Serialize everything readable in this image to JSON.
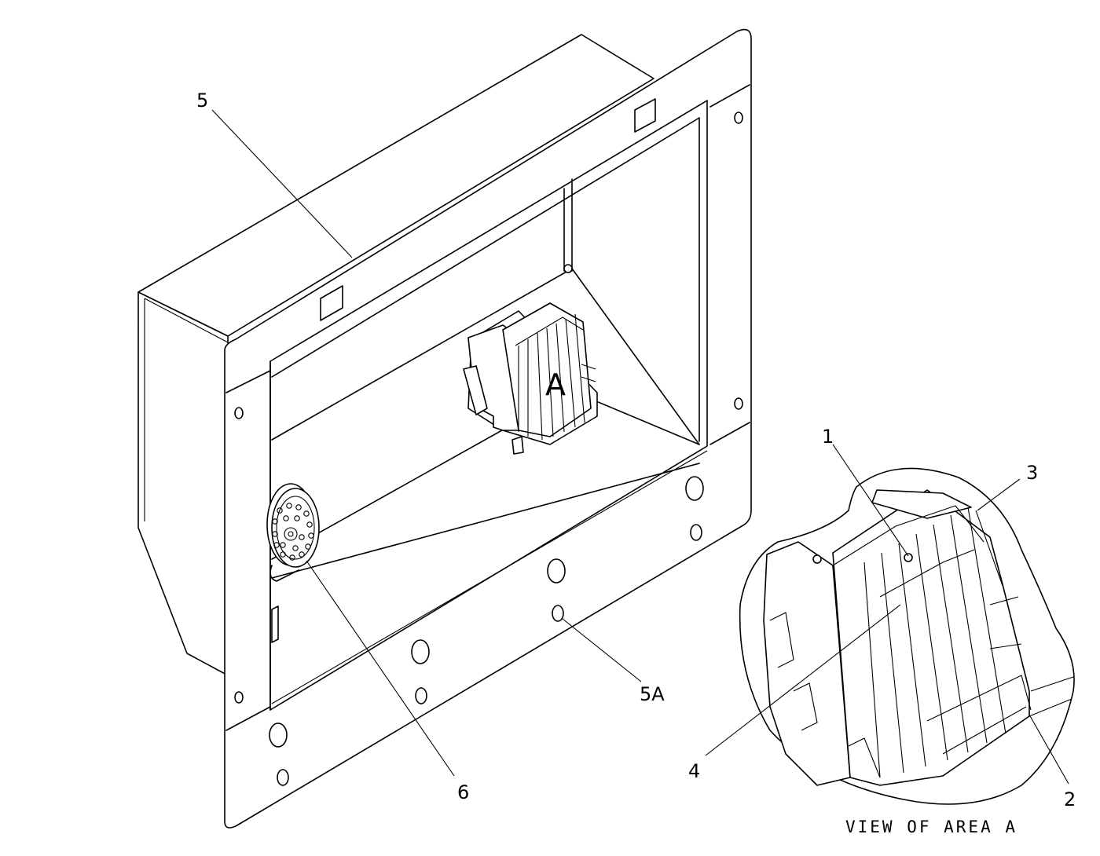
{
  "callouts": {
    "c1": "1",
    "c2": "2",
    "c3": "3",
    "c4": "4",
    "c5": "5",
    "c5a": "5A",
    "c6": "6"
  },
  "area_marker": "A",
  "detail_caption": "VIEW OF AREA A"
}
